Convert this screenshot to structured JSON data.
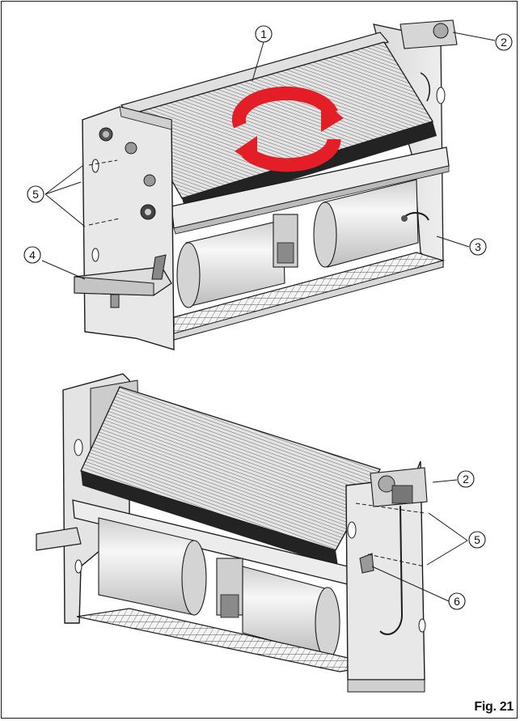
{
  "figure": {
    "label": "Fig. 21"
  },
  "callouts": {
    "c1": "1",
    "c2_top": "2",
    "c3": "3",
    "c4": "4",
    "c5_top": "5",
    "c2_bottom": "2",
    "c5_bottom": "5",
    "c6": "6"
  },
  "colors": {
    "rotation_arrows": "#e41e26",
    "outline": "#1a1a1a",
    "panel": "#e6e6e6",
    "coil": "#d8d8d8",
    "coil_shadow": "#2a2a2a"
  },
  "icons": [
    "rotation-arrows-icon"
  ]
}
